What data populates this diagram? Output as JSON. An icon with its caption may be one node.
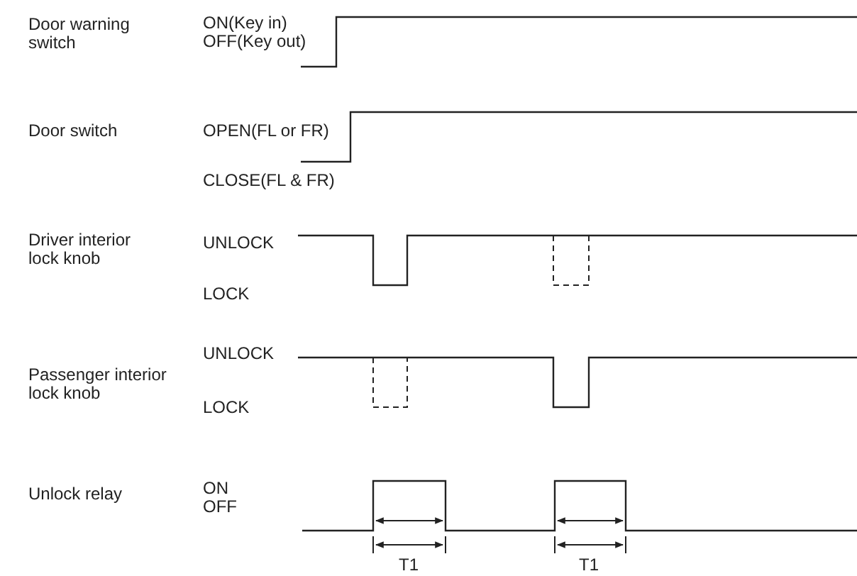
{
  "diagram": {
    "labels": [
      "Door warning switch",
      "ON(Key in)",
      "OFF(Key out)",
      "Door switch",
      "OPEN(FL or FR)",
      "CLOSE(FL & FR)",
      "Driver interior lock knob",
      "UNLOCK",
      "LOCK",
      "Passenger interior lock knob",
      "UNLOCK",
      "LOCK",
      "Unlock relay",
      "ON",
      "OFF",
      "T1",
      "T1"
    ]
  }
}
